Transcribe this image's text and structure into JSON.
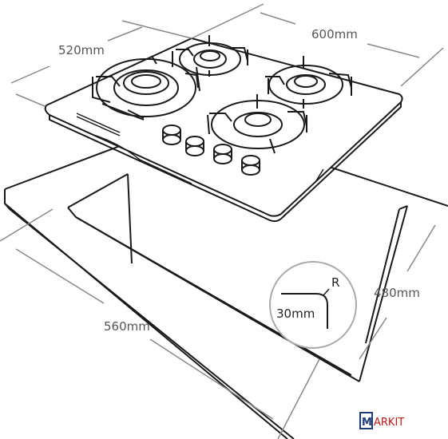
{
  "dimensions": {
    "hob_depth": "520mm",
    "hob_width": "600mm",
    "cutout_width": "560mm",
    "cutout_depth": "480mm"
  },
  "detail": {
    "radius_label": "R",
    "corner_label": "30mm"
  },
  "brand": {
    "box_letter": "M",
    "rest": "ARKIT",
    "box_color": "#1f3b78",
    "text_color": "#c01818"
  },
  "colors": {
    "line": "#1a1a1a",
    "dimension": "#888888",
    "detail_circle": "#aaaaaa"
  }
}
